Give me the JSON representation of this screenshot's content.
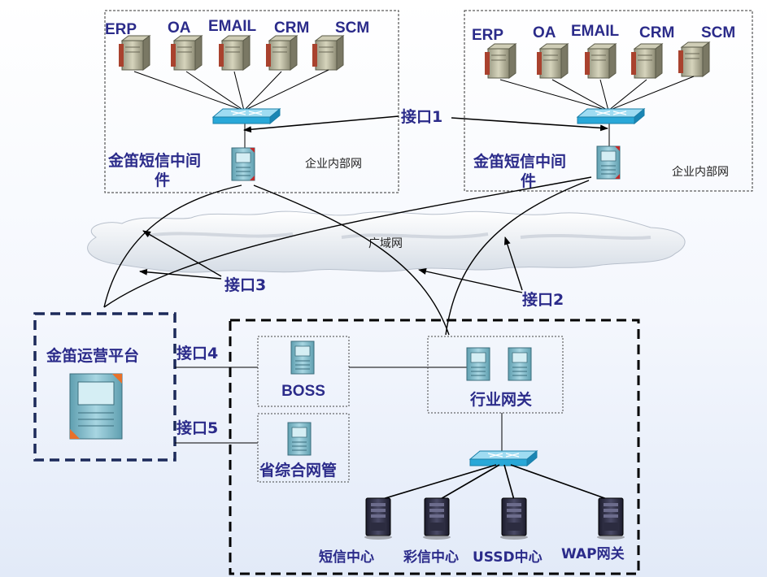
{
  "enterprise_left": {
    "apps": [
      "ERP",
      "OA",
      "EMAIL",
      "CRM",
      "SCM"
    ],
    "middleware": "金笛短信中间件",
    "network": "企业内部网"
  },
  "enterprise_right": {
    "apps": [
      "ERP",
      "OA",
      "EMAIL",
      "CRM",
      "SCM"
    ],
    "middleware": "金笛短信中间件",
    "network": "企业内部网"
  },
  "interfaces": {
    "i1": "接口1",
    "i2": "接口2",
    "i3": "接口3",
    "i4": "接口4",
    "i5": "接口5"
  },
  "wan": "广域网",
  "platform": "金笛运营平台",
  "operator": {
    "boss": "BOSS",
    "gateway": "行业网关",
    "province_nms": "省综合网管",
    "centers": [
      "短信中心",
      "彩信中心",
      "USSD中心",
      "WAP网关"
    ]
  },
  "colors": {
    "text": "#2b2b8a",
    "switch": "#29a8d8",
    "server": "#7fb8c8",
    "box_dash": "#1c2a5a"
  }
}
